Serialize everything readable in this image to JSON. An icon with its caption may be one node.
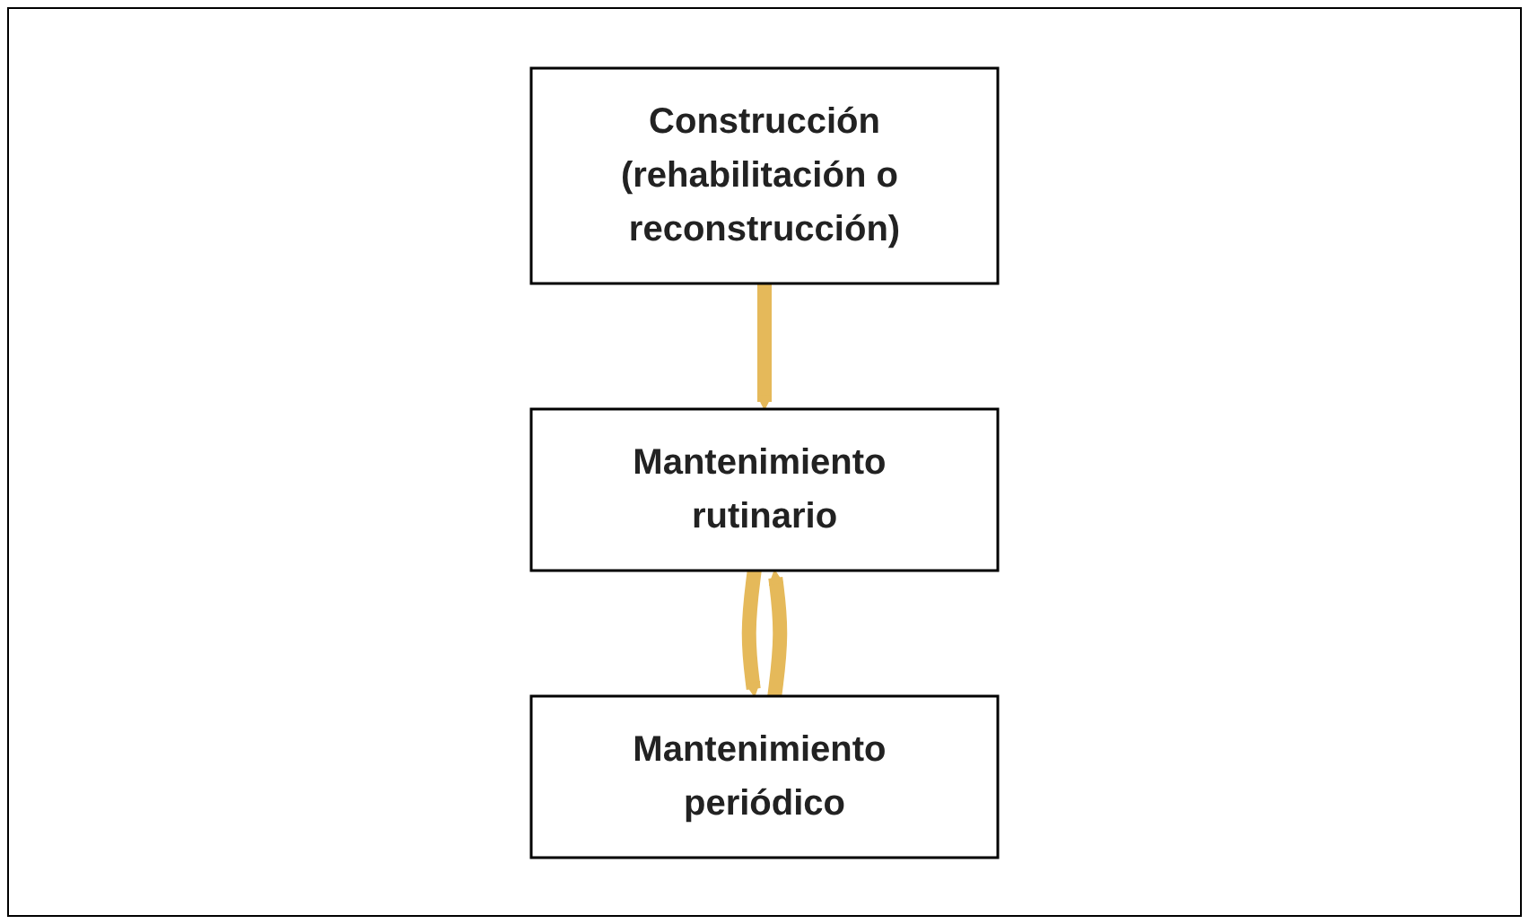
{
  "diagram": {
    "nodes": [
      {
        "text": [
          "Construcción",
          "(rehabilitación o reconstrucción)"
        ]
      },
      {
        "text": [
          "Mantenimiento rutinario"
        ]
      },
      {
        "text": [
          "Mantenimiento periódico"
        ]
      }
    ],
    "edges": [
      {
        "from": 0,
        "to": 1,
        "arrow": "to"
      },
      {
        "from": 1,
        "to": 2,
        "arrow": "to"
      },
      {
        "from": 2,
        "to": 1,
        "arrow": "to"
      }
    ]
  }
}
